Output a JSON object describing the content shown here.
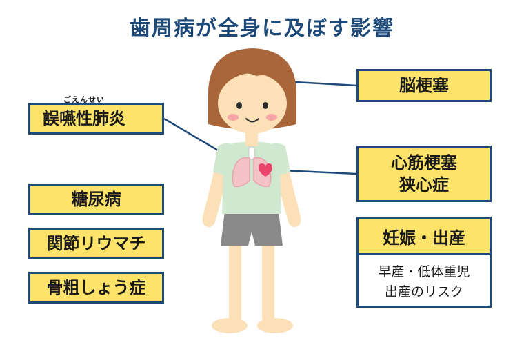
{
  "title": "歯周病が全身に及ぼす影響",
  "left_boxes": {
    "aspiration_pneumonia": {
      "ruby": "ごえんせい",
      "label": "誤嚥性肺炎"
    },
    "diabetes": "糖尿病",
    "rheumatoid_arthritis": "関節リウマチ",
    "osteoporosis": "骨粗しょう症"
  },
  "right_boxes": {
    "cerebral_infarction": "脳梗塞",
    "heart": {
      "line1": "心筋梗塞",
      "line2": "狭心症"
    },
    "pregnancy": {
      "heading": "妊娠・出産",
      "line1": "早産・低体重児",
      "line2": "出産のリスク"
    }
  },
  "colors": {
    "title": "#1e4a7a",
    "box_fill": "#fde36a",
    "box_border": "#1e4a7a",
    "hair": "#a8663a",
    "skin": "#fbe0b8",
    "shirt": "#cfe8cf",
    "shorts": "#8a8a8a",
    "lungs": "#f4c3c8",
    "heart": "#e8436a"
  },
  "icons": [
    "girl-figure-illustration",
    "lungs-icon",
    "heart-icon"
  ]
}
